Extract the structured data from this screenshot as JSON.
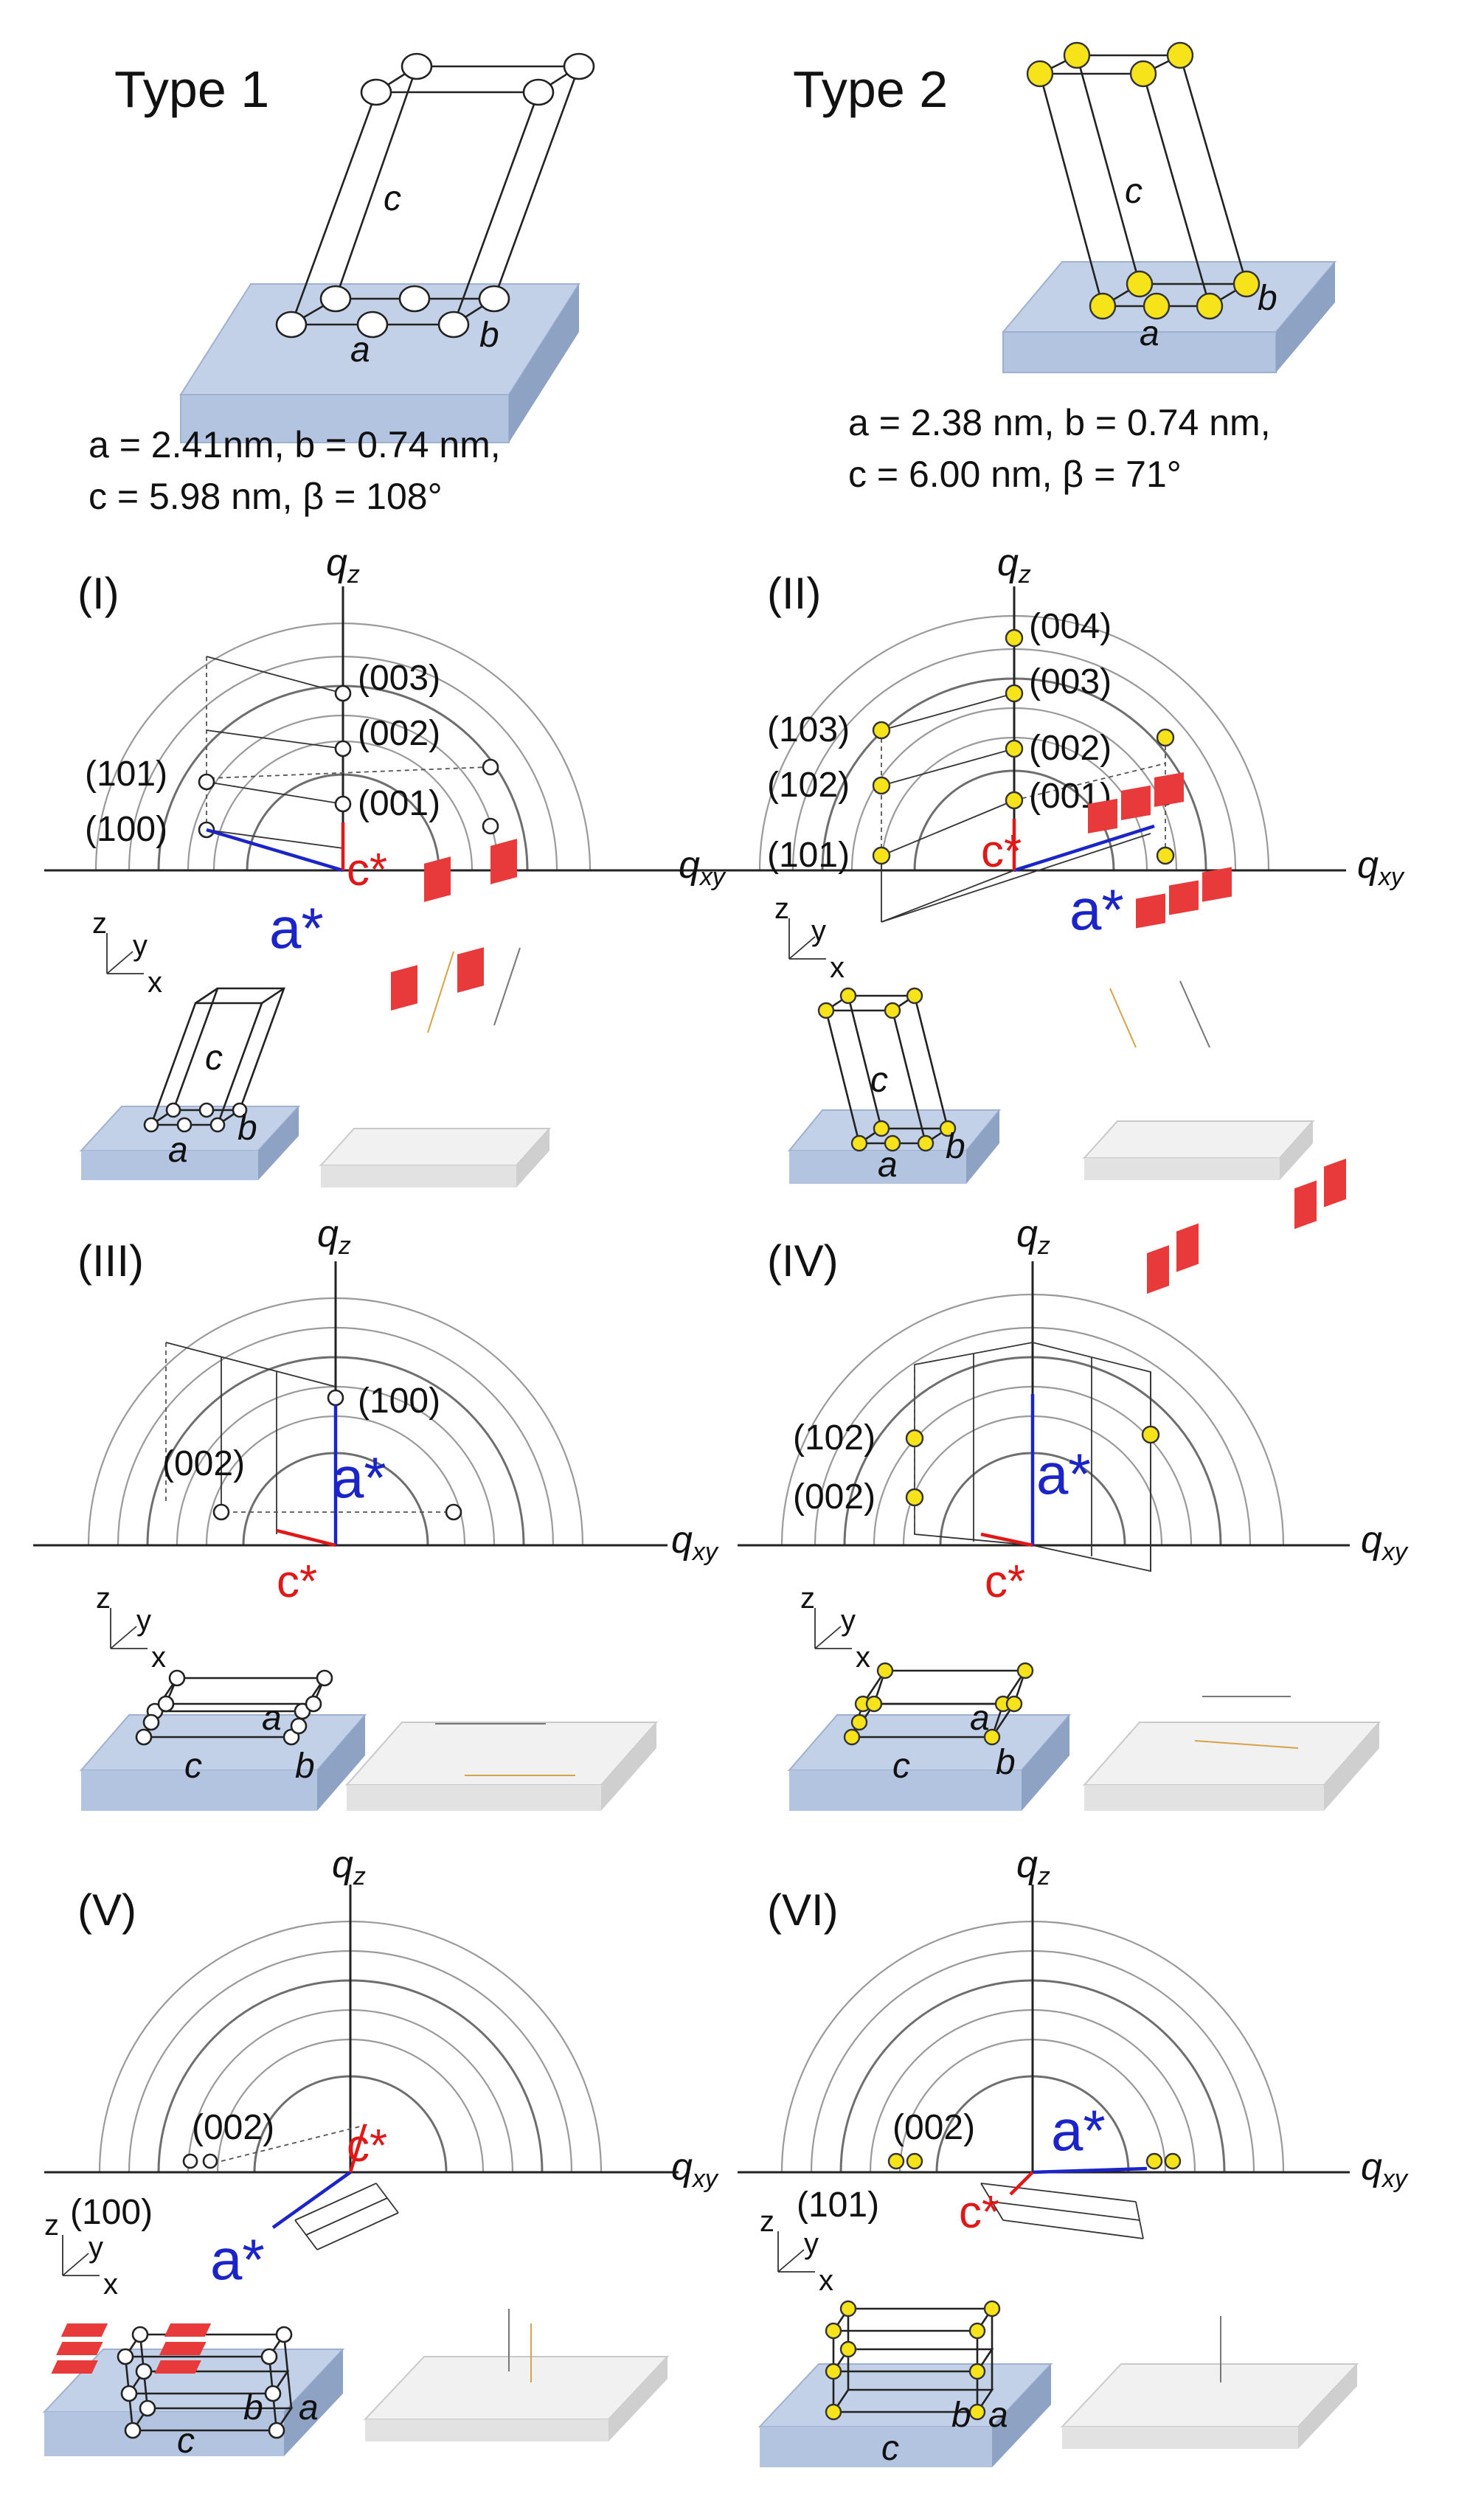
{
  "types": [
    {
      "title": "Type 1",
      "params_line1": "a = 2.41nm, b = 0.74 nm,",
      "params_line2": "c = 5.98 nm, β = 108°"
    },
    {
      "title": "Type 2",
      "params_line1": "a = 2.38 nm, b = 0.74 nm,",
      "params_line2": "c = 6.00 nm, β = 71°"
    }
  ],
  "panels": [
    {
      "label": "(I)",
      "reflections": [
        "(003)",
        "(002)",
        "(001)",
        "(101)",
        "(100)"
      ]
    },
    {
      "label": "(II)",
      "reflections": [
        "(004)",
        "(003)",
        "(002)",
        "(001)",
        "(103)",
        "(102)",
        "(101)"
      ]
    },
    {
      "label": "(III)",
      "reflections": [
        "(100)",
        "(002)"
      ]
    },
    {
      "label": "(IV)",
      "reflections": [
        "(102)",
        "(002)"
      ]
    },
    {
      "label": "(V)",
      "reflections": [
        "(002)",
        "(100)"
      ]
    },
    {
      "label": "(VI)",
      "reflections": [
        "(002)",
        "(101)"
      ]
    }
  ],
  "axes": {
    "qz": "q",
    "qz_sub": "z",
    "qxy": "q",
    "qxy_sub": "xy"
  },
  "vectors": {
    "a_star": "a*",
    "c_star": "c*"
  },
  "lattice": {
    "a": "a",
    "b": "b",
    "c": "c"
  },
  "coords": {
    "z": "z",
    "y": "y",
    "x": "x"
  },
  "colors": {
    "substrate": "#b9c9e3",
    "substrate_side": "#8ea2c4",
    "molecule": "#e83a3a",
    "spot_yellow": "#f6e31a",
    "a_star": "#1a24c8",
    "c_star": "#e01818"
  }
}
